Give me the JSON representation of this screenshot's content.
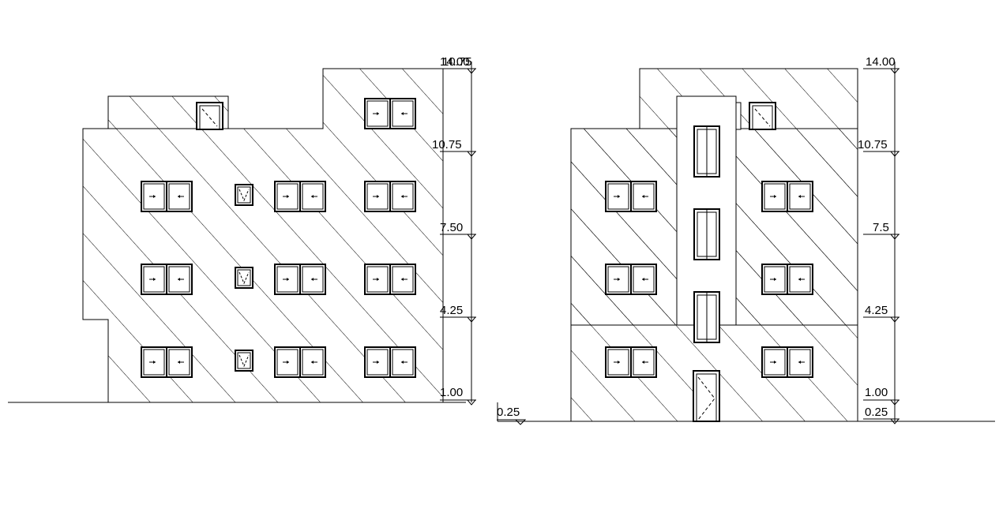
{
  "drawing": {
    "colors": {
      "line": "#000000",
      "background": "#ffffff"
    },
    "left_elevation": {
      "levels": [
        {
          "key": "top",
          "text": "14.00"
        },
        {
          "key": "top_overlap",
          "text": "10.75"
        },
        {
          "key": "l3",
          "text": "10.75"
        },
        {
          "key": "l2",
          "text": "7.50"
        },
        {
          "key": "l1",
          "text": "4.25"
        },
        {
          "key": "plinth",
          "text": "1.00"
        }
      ]
    },
    "right_elevation": {
      "ground_text": "0.25",
      "levels": [
        {
          "key": "top",
          "text": "14.00"
        },
        {
          "key": "l3",
          "text": "10.75"
        },
        {
          "key": "l2",
          "text": "7.5"
        },
        {
          "key": "l1",
          "text": "4.25"
        },
        {
          "key": "plinth",
          "text": "1.00"
        },
        {
          "key": "ground",
          "text": "0.25"
        }
      ]
    }
  }
}
